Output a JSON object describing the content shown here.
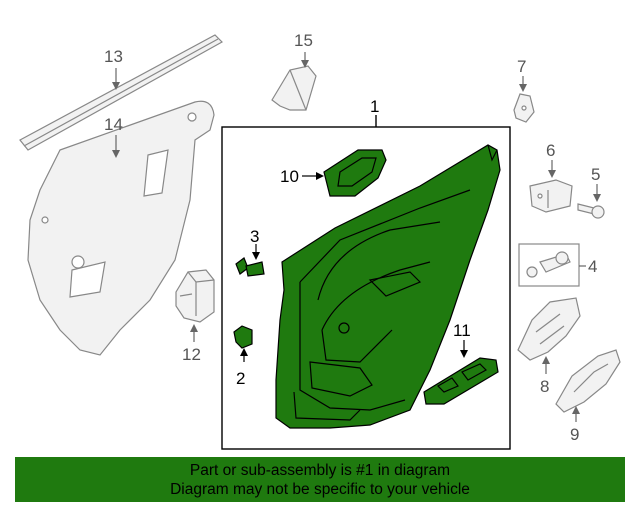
{
  "callouts": {
    "c1": "1",
    "c2": "2",
    "c3": "3",
    "c4": "4",
    "c5": "5",
    "c6": "6",
    "c7": "7",
    "c8": "8",
    "c9": "9",
    "c10": "10",
    "c11": "11",
    "c12": "12",
    "c13": "13",
    "c14": "14",
    "c15": "15"
  },
  "footer": {
    "line1": "Part or sub-assembly is #1 in diagram",
    "line2": "Diagram may not be specific to your vehicle"
  },
  "colors": {
    "highlight": "#1f7a0f",
    "outline": "#000000",
    "part_gray": "#888888",
    "part_fill": "#f2f2f2"
  }
}
